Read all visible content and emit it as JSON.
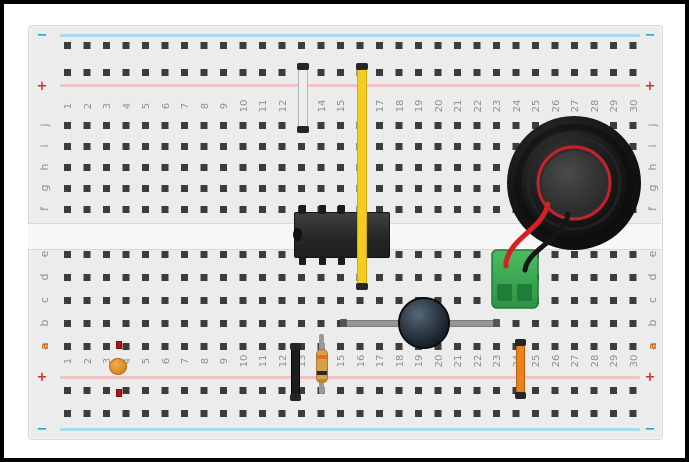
{
  "board": {
    "column_numbers": [
      "1",
      "2",
      "3",
      "4",
      "5",
      "6",
      "7",
      "8",
      "9",
      "10",
      "11",
      "12",
      "13",
      "14",
      "15",
      "16",
      "17",
      "18",
      "19",
      "20",
      "21",
      "22",
      "23",
      "24",
      "25",
      "26",
      "27",
      "28",
      "29",
      "30"
    ],
    "row_letters_top_block": [
      "j",
      "i",
      "h",
      "g",
      "f"
    ],
    "row_letters_bottom_block": [
      "e",
      "d",
      "c",
      "b",
      "a"
    ],
    "rail_plus_symbol": "+",
    "rail_minus_symbol": "−",
    "colors": {
      "board": "#ececec",
      "hole": "#3c3c3c",
      "label_gray": "#8f8f8f",
      "row_a_label": "#cc6a1e",
      "rail_positive": "#d03030",
      "rail_negative": "#1d9bd7"
    }
  },
  "components": {
    "white_jumper": {
      "name": "white jumper wire",
      "color": "#ededed"
    },
    "yellow_jumper": {
      "name": "yellow jumper wire",
      "color": "#f6cd1e"
    },
    "black_jumper": {
      "name": "black jumper wire",
      "color": "#1d1d1d"
    },
    "orange_jumper": {
      "name": "orange jumper wire",
      "color": "#e8831d"
    },
    "ic_chip": {
      "name": "8-pin DIP IC",
      "color": "#2e2e2e"
    },
    "speaker": {
      "name": "speaker",
      "body_color": "#181818",
      "ring_color": "#c5232b"
    },
    "speaker_terminal": {
      "name": "green terminal block",
      "color": "#3aa851",
      "wire_colors": [
        "#d42222",
        "#161616"
      ]
    },
    "electrolytic_capacitor": {
      "name": "electrolytic capacitor",
      "body_color": "#2a3440",
      "lead_color": "#969696"
    },
    "resistor": {
      "name": "resistor",
      "body_color": "#d5a04f",
      "band_colors": [
        "#e2711d",
        "#d1a33c",
        "#2b2b2b",
        "#c9861f"
      ]
    },
    "ceramic_capacitor": {
      "name": "ceramic disc capacitor",
      "disc_color": "#e99b3c",
      "lead_color": "#b21616"
    }
  }
}
